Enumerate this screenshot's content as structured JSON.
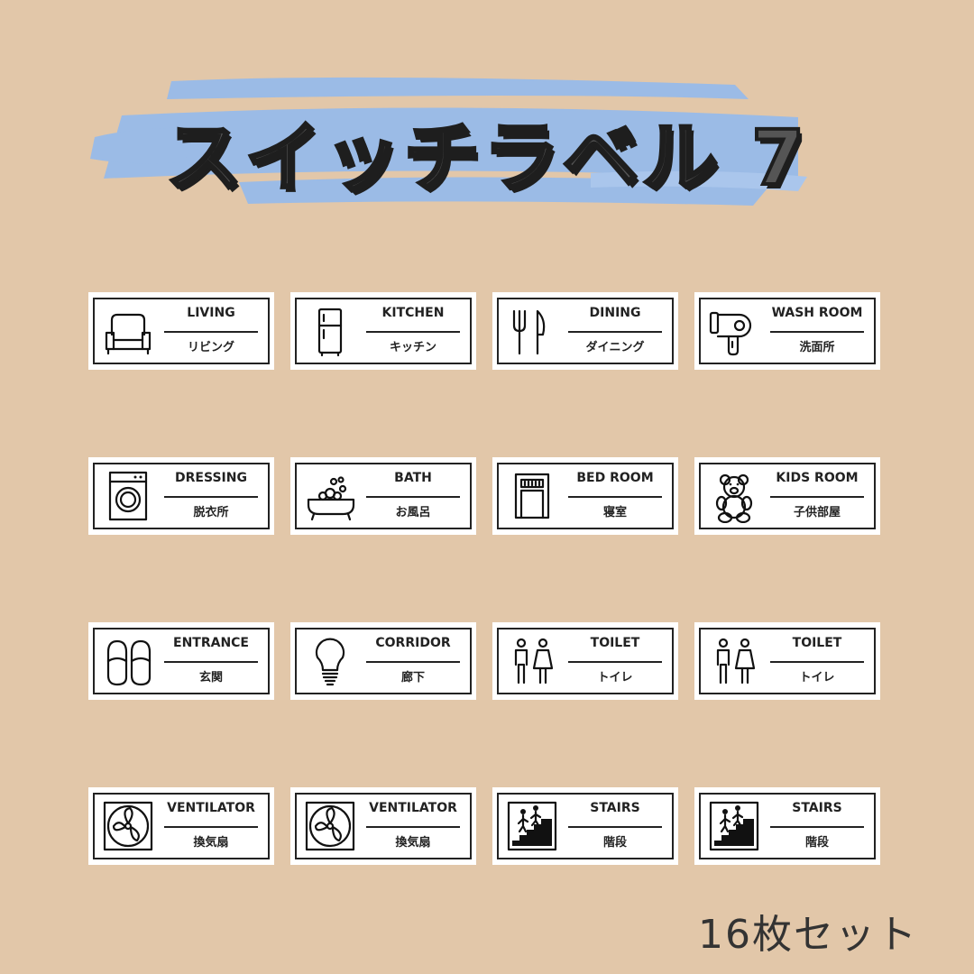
{
  "title": "スイッチラベル 7",
  "footer": "16枚セット",
  "colors": {
    "background": "#e2c7a9",
    "brush": "#9bbbe6",
    "title_fill": "#555555"
  },
  "labels": [
    {
      "en": "LIVING",
      "jp": "リビング",
      "icon": "sofa-icon"
    },
    {
      "en": "KITCHEN",
      "jp": "キッチン",
      "icon": "fridge-icon"
    },
    {
      "en": "DINING",
      "jp": "ダイニング",
      "icon": "fork-knife-icon"
    },
    {
      "en": "WASH ROOM",
      "jp": "洗面所",
      "icon": "hair-dryer-icon"
    },
    {
      "en": "DRESSING",
      "jp": "脱衣所",
      "icon": "washing-machine-icon"
    },
    {
      "en": "BATH",
      "jp": "お風呂",
      "icon": "bathtub-icon"
    },
    {
      "en": "BED ROOM",
      "jp": "寝室",
      "icon": "bed-icon"
    },
    {
      "en": "KIDS ROOM",
      "jp": "子供部屋",
      "icon": "teddy-bear-icon"
    },
    {
      "en": "ENTRANCE",
      "jp": "玄関",
      "icon": "slippers-icon"
    },
    {
      "en": "CORRIDOR",
      "jp": "廊下",
      "icon": "light-bulb-icon"
    },
    {
      "en": "TOILET",
      "jp": "トイレ",
      "icon": "restroom-icon"
    },
    {
      "en": "TOILET",
      "jp": "トイレ",
      "icon": "restroom-icon"
    },
    {
      "en": "VENTILATOR",
      "jp": "換気扇",
      "icon": "fan-icon"
    },
    {
      "en": "VENTILATOR",
      "jp": "換気扇",
      "icon": "fan-icon"
    },
    {
      "en": "STAIRS",
      "jp": "階段",
      "icon": "stairs-icon"
    },
    {
      "en": "STAIRS",
      "jp": "階段",
      "icon": "stairs-icon"
    }
  ]
}
